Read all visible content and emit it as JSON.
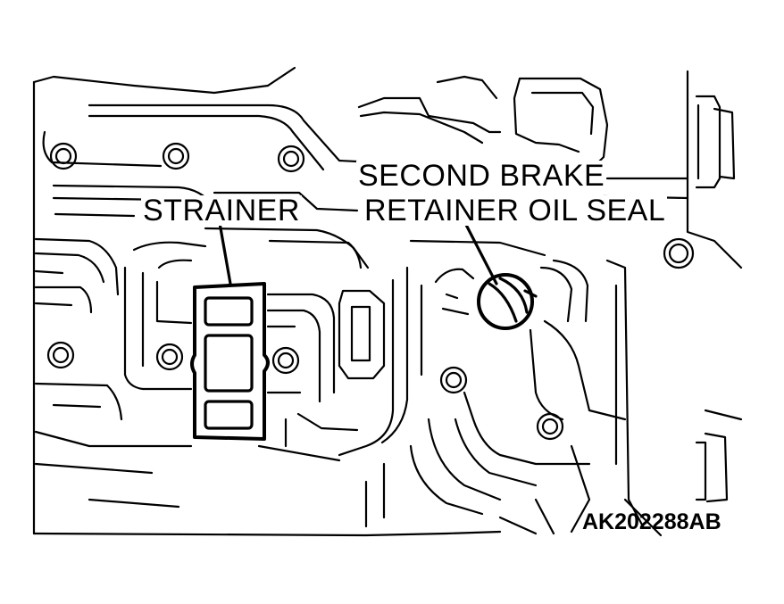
{
  "labels": {
    "strainer": "STRAINER",
    "second_brake_line1": "SECOND BRAKE",
    "second_brake_line2": "RETAINER OIL SEAL",
    "figure_code": "AK202288AB"
  },
  "colors": {
    "ink": "#000000",
    "paper": "#ffffff"
  }
}
